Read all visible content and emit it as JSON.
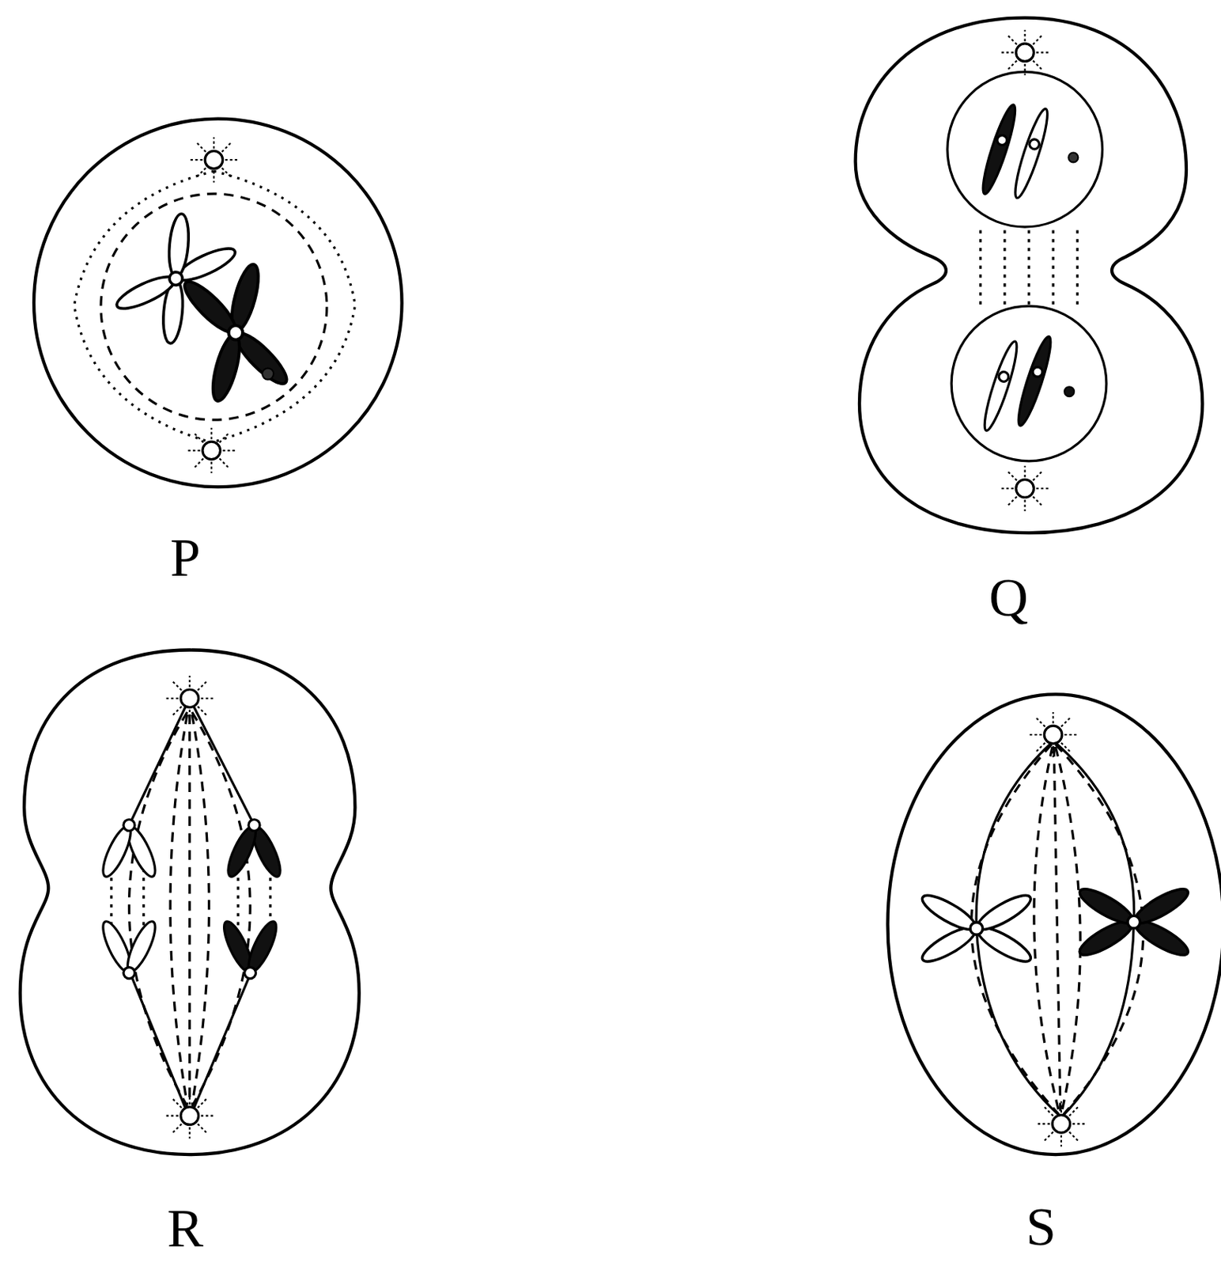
{
  "diagram": {
    "labels": [
      "P",
      "Q",
      "R",
      "S"
    ]
  }
}
